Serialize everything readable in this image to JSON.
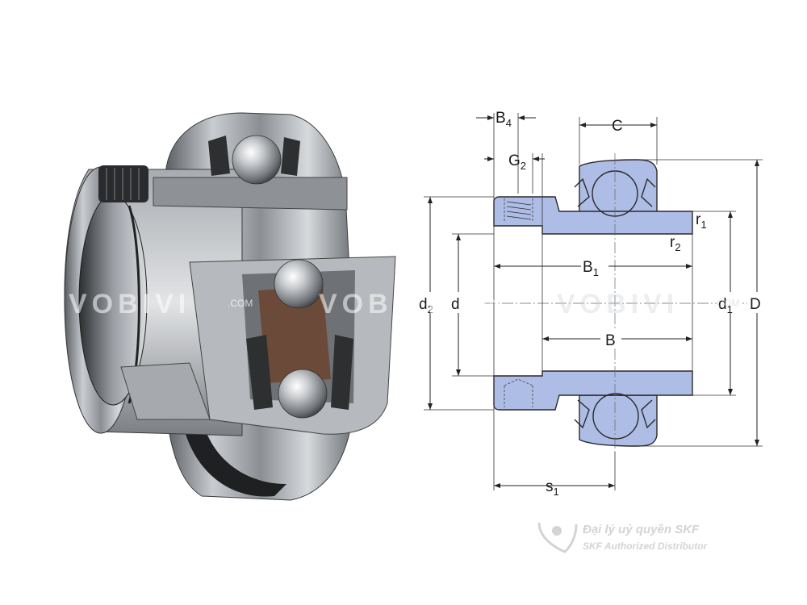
{
  "labels": {
    "B4": {
      "main": "B",
      "sub": "4"
    },
    "G2": {
      "main": "G",
      "sub": "2"
    },
    "C": {
      "main": "C"
    },
    "r1": {
      "main": "r",
      "sub": "1"
    },
    "r2": {
      "main": "r",
      "sub": "2"
    },
    "B1": {
      "main": "B",
      "sub": "1"
    },
    "B": {
      "main": "B"
    },
    "d2": {
      "main": "d",
      "sub": "2"
    },
    "d": {
      "main": "d"
    },
    "d1": {
      "main": "d",
      "sub": "1"
    },
    "D": {
      "main": "D"
    },
    "s1": {
      "main": "s",
      "sub": "1"
    }
  },
  "watermark": {
    "text": "VOBIVI",
    "suffix": ".COM"
  },
  "branding": {
    "line1": "Đại lý uỷ quyền SKF",
    "line2": "SKF Authorized Distributor"
  },
  "colors": {
    "section_fill": "#aebde6",
    "watermark": "#ffffff",
    "branding": "#d4d4d4"
  }
}
